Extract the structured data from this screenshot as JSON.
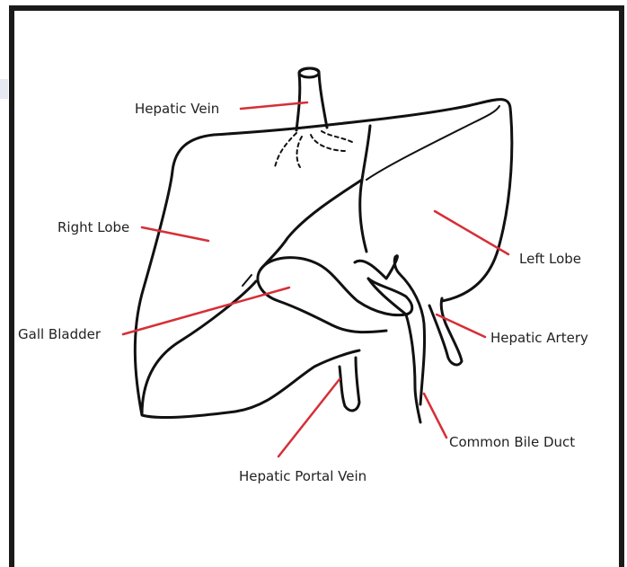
{
  "colors": {
    "outline": "#111111",
    "leader": "#d62f37",
    "frame": "#1a1a1a",
    "text": "#222222"
  },
  "labels": {
    "hepatic_vein": "Hepatic Vein",
    "right_lobe": "Right Lobe",
    "left_lobe": "Left Lobe",
    "gall_bladder": "Gall Bladder",
    "hepatic_artery": "Hepatic Artery",
    "common_bile_duct": "Common Bile Duct",
    "hepatic_portal_vein": "Hepatic Portal Vein"
  }
}
